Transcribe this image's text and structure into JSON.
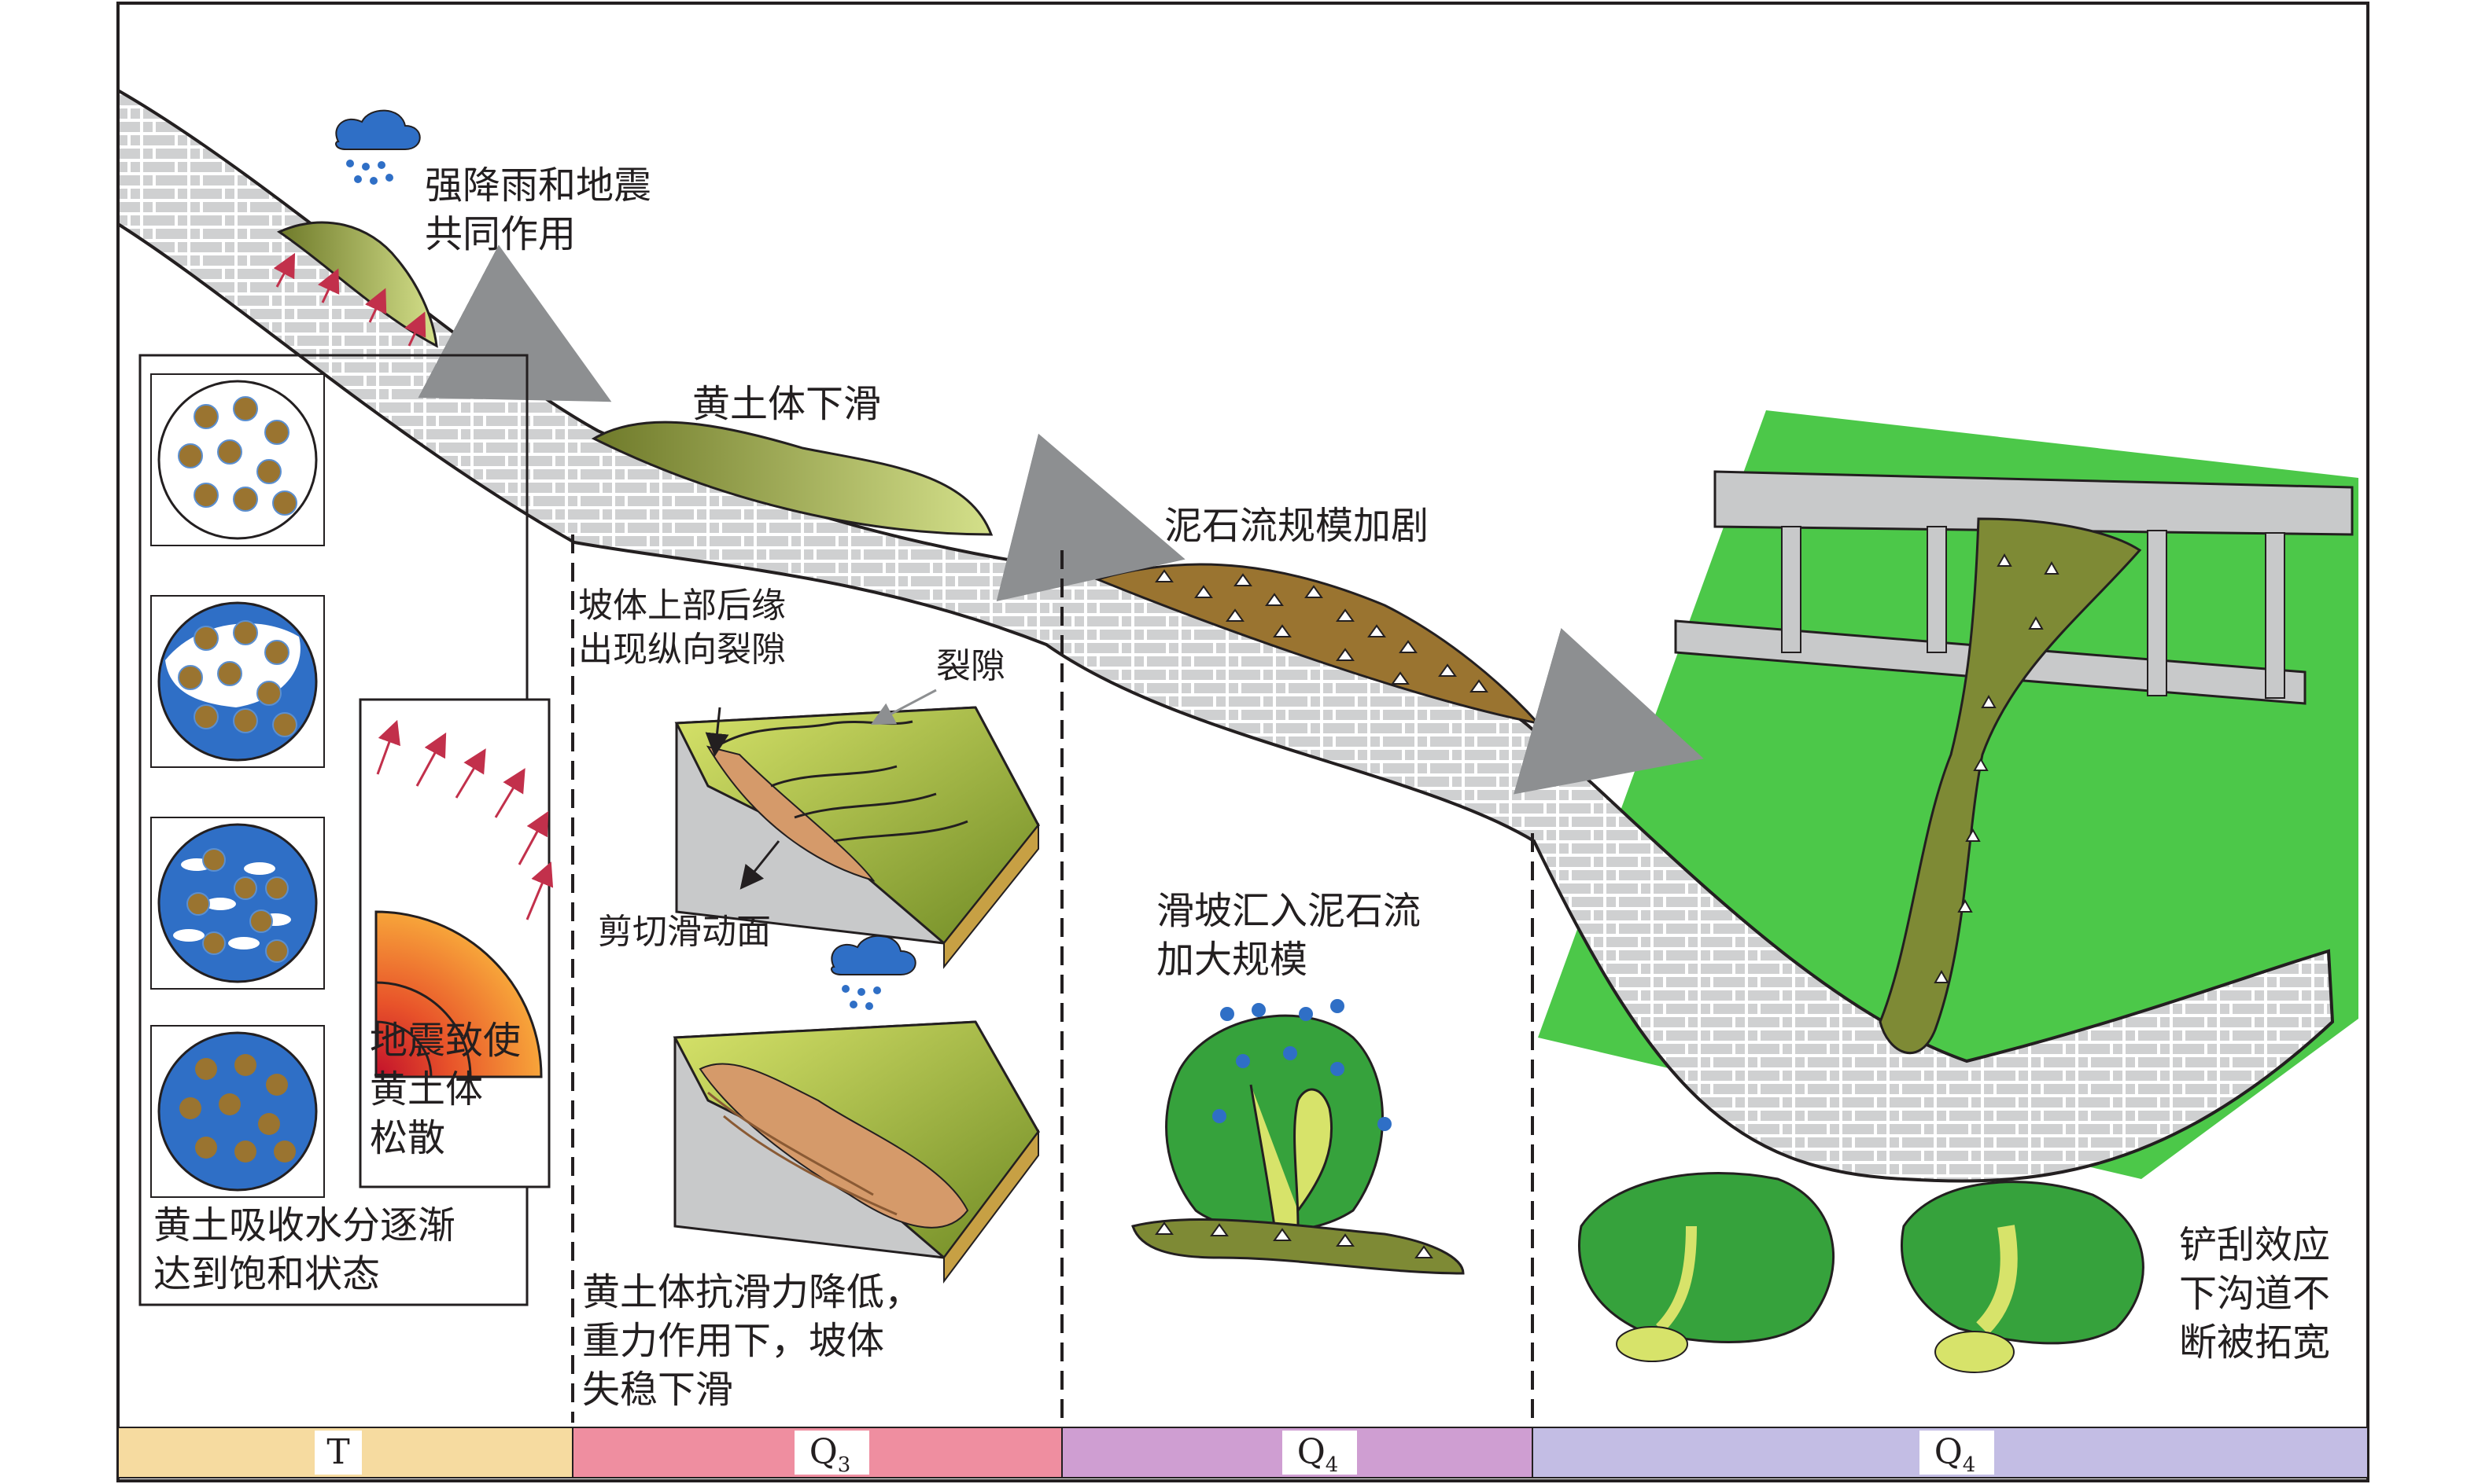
{
  "labels": {
    "rain_quake": [
      "强降雨和地震",
      "共同作用"
    ],
    "loess_slide": "黄土体下滑",
    "debris_intensify": "泥石流规模加剧",
    "crest_crack": [
      "坡体上部后缘",
      "出现纵向裂隙"
    ],
    "crack": "裂隙",
    "shear_plane": "剪切滑动面",
    "quake_loosen": [
      "地震致使",
      "黄土体",
      "松散"
    ],
    "saturation": [
      "黄土吸收水分逐渐",
      "达到饱和状态"
    ],
    "resistance_drop": [
      "黄土体抗滑力降低，",
      "重力作用下，坡体",
      "失稳下滑"
    ],
    "merge": [
      "滑坡汇入泥石流",
      "加大规模"
    ],
    "scouring": [
      "铲刮效应",
      "下沟道不",
      "断被拓宽"
    ]
  },
  "stages": [
    {
      "main": "T",
      "sub": ""
    },
    {
      "main": "Q",
      "sub": "3"
    },
    {
      "main": "Q",
      "sub": "4"
    },
    {
      "main": "Q",
      "sub": "4"
    }
  ],
  "colors": {
    "stage_T": "#f6dba0",
    "stage_Q3": "#ef8ea0",
    "stage_Q4a": "#cf9ed2",
    "stage_Q4b": "#c3bde4",
    "green_field": "#4cc849",
    "loess_olive": "#7e8a35",
    "debris_brown": "#9a7430",
    "water_blue": "#2f6fc6",
    "bedrock_gray": "#c8c9ca"
  }
}
